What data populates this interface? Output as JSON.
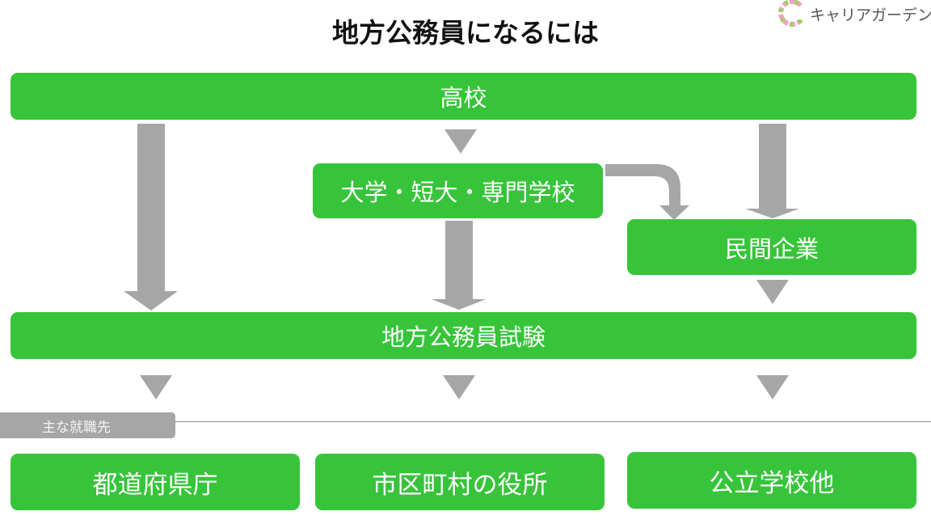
{
  "title": "地方公務員になるには",
  "logo": {
    "text": "キャリアガーデン",
    "icon": "circle-logo-icon"
  },
  "colors": {
    "box": "#37c43a",
    "arrow": "#a6a6a6"
  },
  "flow": {
    "highschool": "高校",
    "college": "大学・短大・専門学校",
    "company": "民間企業",
    "exam": "地方公務員試験"
  },
  "employers": {
    "tag": "主な就職先",
    "items": [
      "都道府県庁",
      "市区町村の役所",
      "公立学校他"
    ]
  }
}
